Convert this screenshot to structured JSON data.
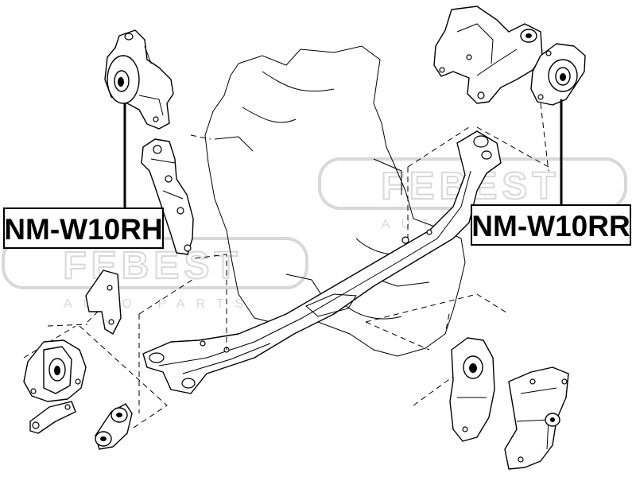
{
  "callouts": {
    "left": {
      "label": "NM-W10RH"
    },
    "right": {
      "label": "NM-W10RR"
    }
  },
  "watermark": {
    "brand": "FEBEST",
    "tagline": "AUTO PARTS"
  },
  "colors": {
    "line": "#000000",
    "background": "#ffffff",
    "watermark": "#d8d8d8"
  }
}
